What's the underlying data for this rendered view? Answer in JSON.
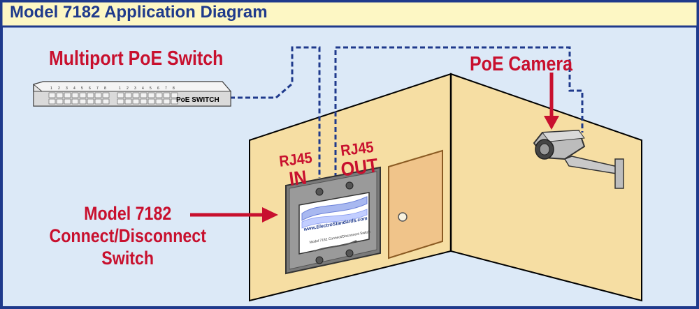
{
  "title": "Model 7182 Application Diagram",
  "labels": {
    "switch": "Multiport PoE Switch",
    "camera": "PoE Camera",
    "rj45_in_top": "RJ45",
    "rj45_in_bottom": "IN",
    "rj45_out_top": "RJ45",
    "rj45_out_bottom": "OUT",
    "model_line1": "Model 7182",
    "model_line2": "Connect/Disconnect",
    "model_line3": "Switch"
  },
  "switch_device": {
    "badge": "PoE SWITCH",
    "port_numbers": [
      "1",
      "2",
      "3",
      "4",
      "5",
      "6",
      "7",
      "8"
    ]
  },
  "wall_plate": {
    "url_text": "www.ElectroStandards.com",
    "caption": "Model 7182 Connect/Disconnect Switch"
  },
  "colors": {
    "background": "#dce9f7",
    "title_bar": "#fdf7c4",
    "title_text": "#1f3a8c",
    "frame_border": "#1f3a8c",
    "label_red": "#c8102e",
    "wall": "#f6dea3",
    "cable": "#1f3a8c",
    "door": "#f0c48a"
  }
}
